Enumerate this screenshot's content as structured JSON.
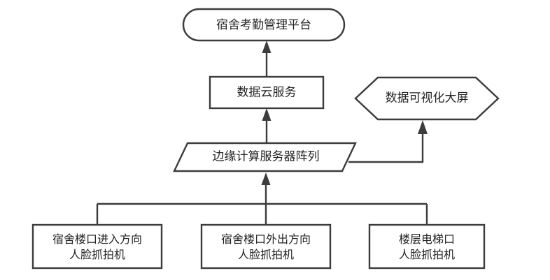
{
  "diagram": {
    "type": "flowchart",
    "orientation": "bottom-up",
    "background_color": "#ffffff",
    "stroke_color": "#3c3c3c",
    "text_color": "#232323",
    "nodes": [
      {
        "id": "platform",
        "label": "宿舍考勤管理平台",
        "shape": "stadium",
        "level": "top"
      },
      {
        "id": "cloud",
        "label": "数据云服务",
        "shape": "rectangle",
        "level": "second"
      },
      {
        "id": "bigscreen",
        "label": "数据可视化大屏",
        "shape": "hexagon",
        "level": "second"
      },
      {
        "id": "edge-array",
        "label": "边缘计算服务器阵列",
        "shape": "parallelogram",
        "level": "third"
      },
      {
        "id": "camera-in",
        "label_line1": "宿舍楼口进入方向",
        "label_line2": "人脸抓拍机",
        "shape": "rectangle",
        "level": "bottom"
      },
      {
        "id": "camera-out",
        "label_line1": "宿舍楼口外出方向",
        "label_line2": "人脸抓拍机",
        "shape": "rectangle",
        "level": "bottom"
      },
      {
        "id": "camera-elevator",
        "label_line1": "楼层电梯口",
        "label_line2": "人脸抓拍机",
        "shape": "rectangle",
        "level": "bottom"
      }
    ],
    "edges": [
      {
        "from": "cloud",
        "to": "platform",
        "arrow": true
      },
      {
        "from": "edge-array",
        "to": "cloud",
        "arrow": true
      },
      {
        "from": "edge-array",
        "to": "bigscreen",
        "arrow": true
      },
      {
        "from": "camera-in",
        "to": "edge-array",
        "arrow": true
      },
      {
        "from": "camera-out",
        "to": "edge-array",
        "arrow": true
      },
      {
        "from": "camera-elevator",
        "to": "edge-array",
        "arrow": true
      }
    ]
  }
}
